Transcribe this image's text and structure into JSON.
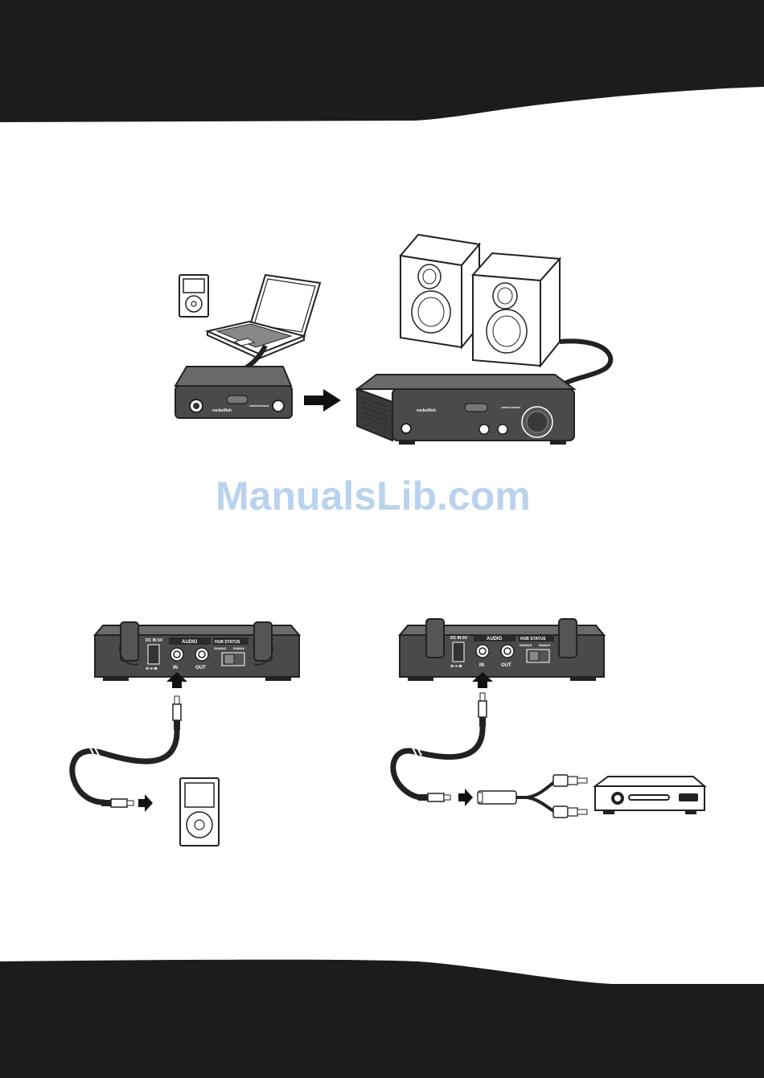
{
  "watermark": "ManualsLib.com",
  "top_figure": {
    "hub_brand": "rocketfish",
    "hub_badge": "rocket boost",
    "receiver_brand": "rocketfish",
    "receiver_badge": "rocket boost"
  },
  "connection_panel": {
    "dc_label": "DC IN 5V",
    "audio_label": "AUDIO",
    "hub_status_label": "HUB STATUS",
    "in_label": "IN",
    "out_label": "OUT",
    "disable_label": "DISABLE",
    "enable_label": "ENABLE"
  },
  "colors": {
    "band": "#1c1c1c",
    "device_body": "#4a4a4a",
    "device_dark": "#2a2a2a",
    "watermark": "#b9d3ee"
  }
}
